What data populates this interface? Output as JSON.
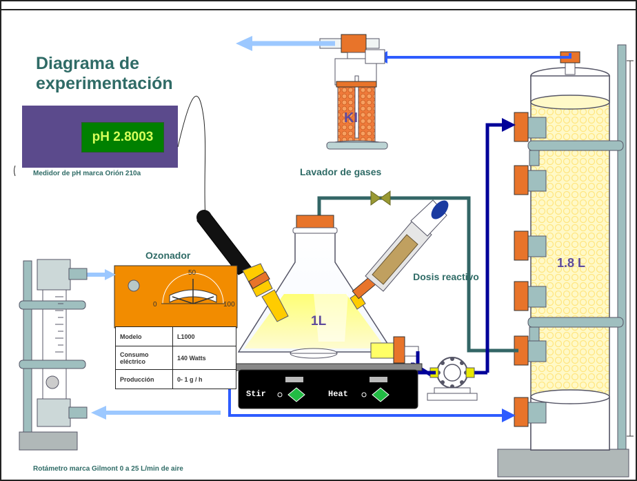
{
  "title": "Diagrama de experimentación",
  "ph_meter": {
    "reading": "pH 2.8003",
    "caption": "Medidor de pH marca  Orión 210a"
  },
  "labels": {
    "gas_washer": "Lavador de gases",
    "ozonator": "Ozonador",
    "reagent_dose": "Dosis reactivo",
    "rotameter": "Rotámetro  marca Gilmont 0 a 25 L/min de aire",
    "ki": "KI",
    "reactor_volume": "1L",
    "column_volume": "1.8 L"
  },
  "ozonator_gauge": {
    "min": "0",
    "mid": "50",
    "max": "100"
  },
  "ozonator_specs": [
    {
      "label": "Modelo",
      "value": "L1000"
    },
    {
      "label": "Consumo eléctrico",
      "value": "140 Watts"
    },
    {
      "label": "Producción",
      "value": "0- 1  g / h"
    }
  ],
  "stirrer": {
    "stir_label": "Stir",
    "heat_label": "Heat"
  },
  "colors": {
    "title_text": "#2f6b66",
    "ph_panel": "#5b4a8c",
    "ph_display": "#008000",
    "ozonator_body": "#f28c00",
    "gas_line": "#336666",
    "water_line": "#2e5cff",
    "return_line": "#000099",
    "column_fill": "#fff8c0",
    "fitting": "#e8742a"
  }
}
